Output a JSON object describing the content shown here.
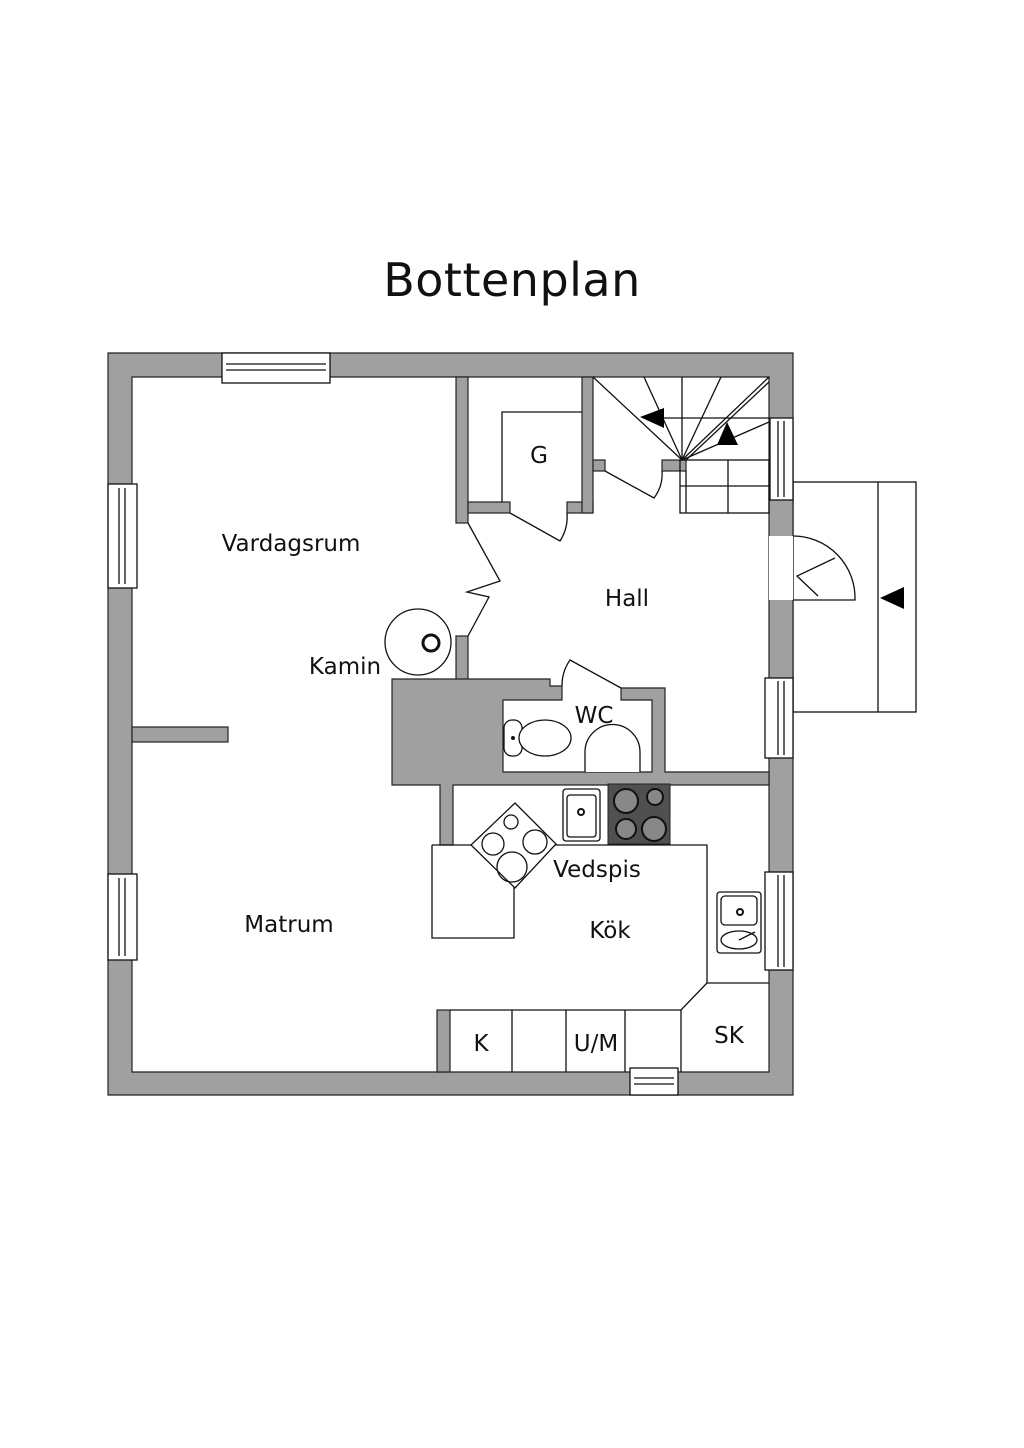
{
  "title": "Bottenplan",
  "rooms": {
    "vardagsrum": "Vardagsrum",
    "kamin": "Kamin",
    "g": "G",
    "hall": "Hall",
    "wc": "WC",
    "vedspis": "Vedspis",
    "kok": "Kök",
    "matrum": "Matrum",
    "k": "K",
    "um": "U/M",
    "sk": "SK"
  },
  "colors": {
    "wall": "#a0a0a0",
    "stove": "#505050",
    "line": "#111111"
  }
}
